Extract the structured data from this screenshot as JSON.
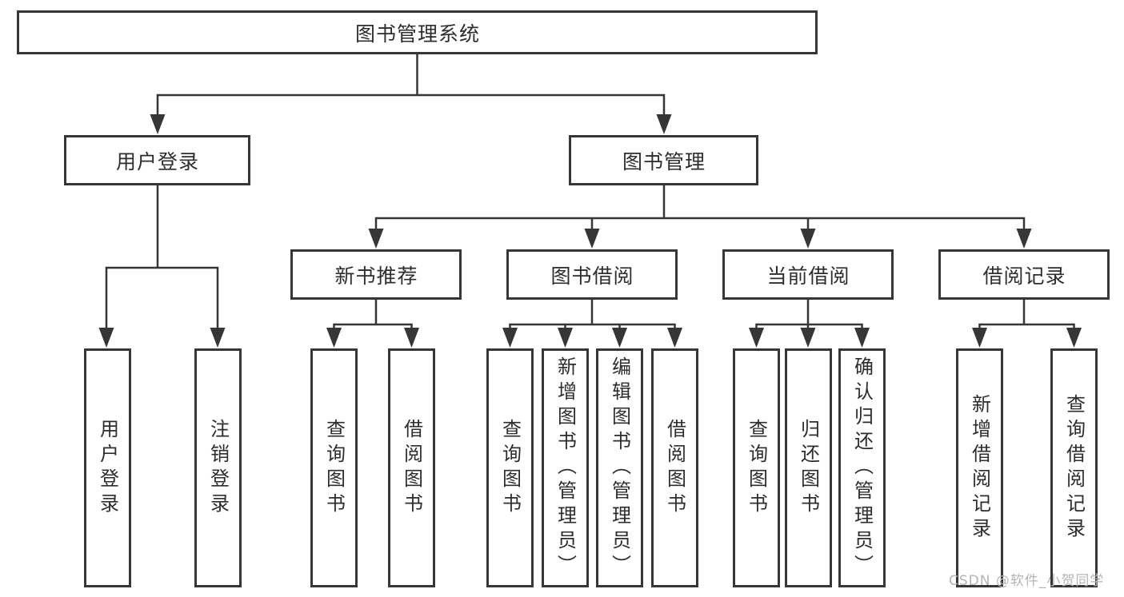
{
  "diagram": {
    "root_label": "图书管理系统",
    "branches": [
      {
        "label": "用户登录",
        "leaves": [
          "用户登录",
          "注销登录"
        ]
      },
      {
        "label": "图书管理",
        "groups": [
          {
            "label": "新书推荐",
            "leaves": [
              "查询图书",
              "借阅图书"
            ]
          },
          {
            "label": "图书借阅",
            "leaves": [
              "查询图书",
              "新增图书（管理员）",
              "编辑图书（管理员）",
              "借阅图书"
            ]
          },
          {
            "label": "当前借阅",
            "leaves": [
              "查询图书",
              "归还图书",
              "确认归还（管理员）"
            ]
          },
          {
            "label": "借阅记录",
            "leaves": [
              "新增借阅记录",
              "查询借阅记录"
            ]
          }
        ]
      }
    ]
  },
  "watermark": "CSDN @软件_小贺同学",
  "colors": {
    "line": "#363636",
    "box_border": "#363636",
    "text": "#2d2d2d",
    "watermark": "#b5b5b5",
    "background": "#ffffff"
  }
}
